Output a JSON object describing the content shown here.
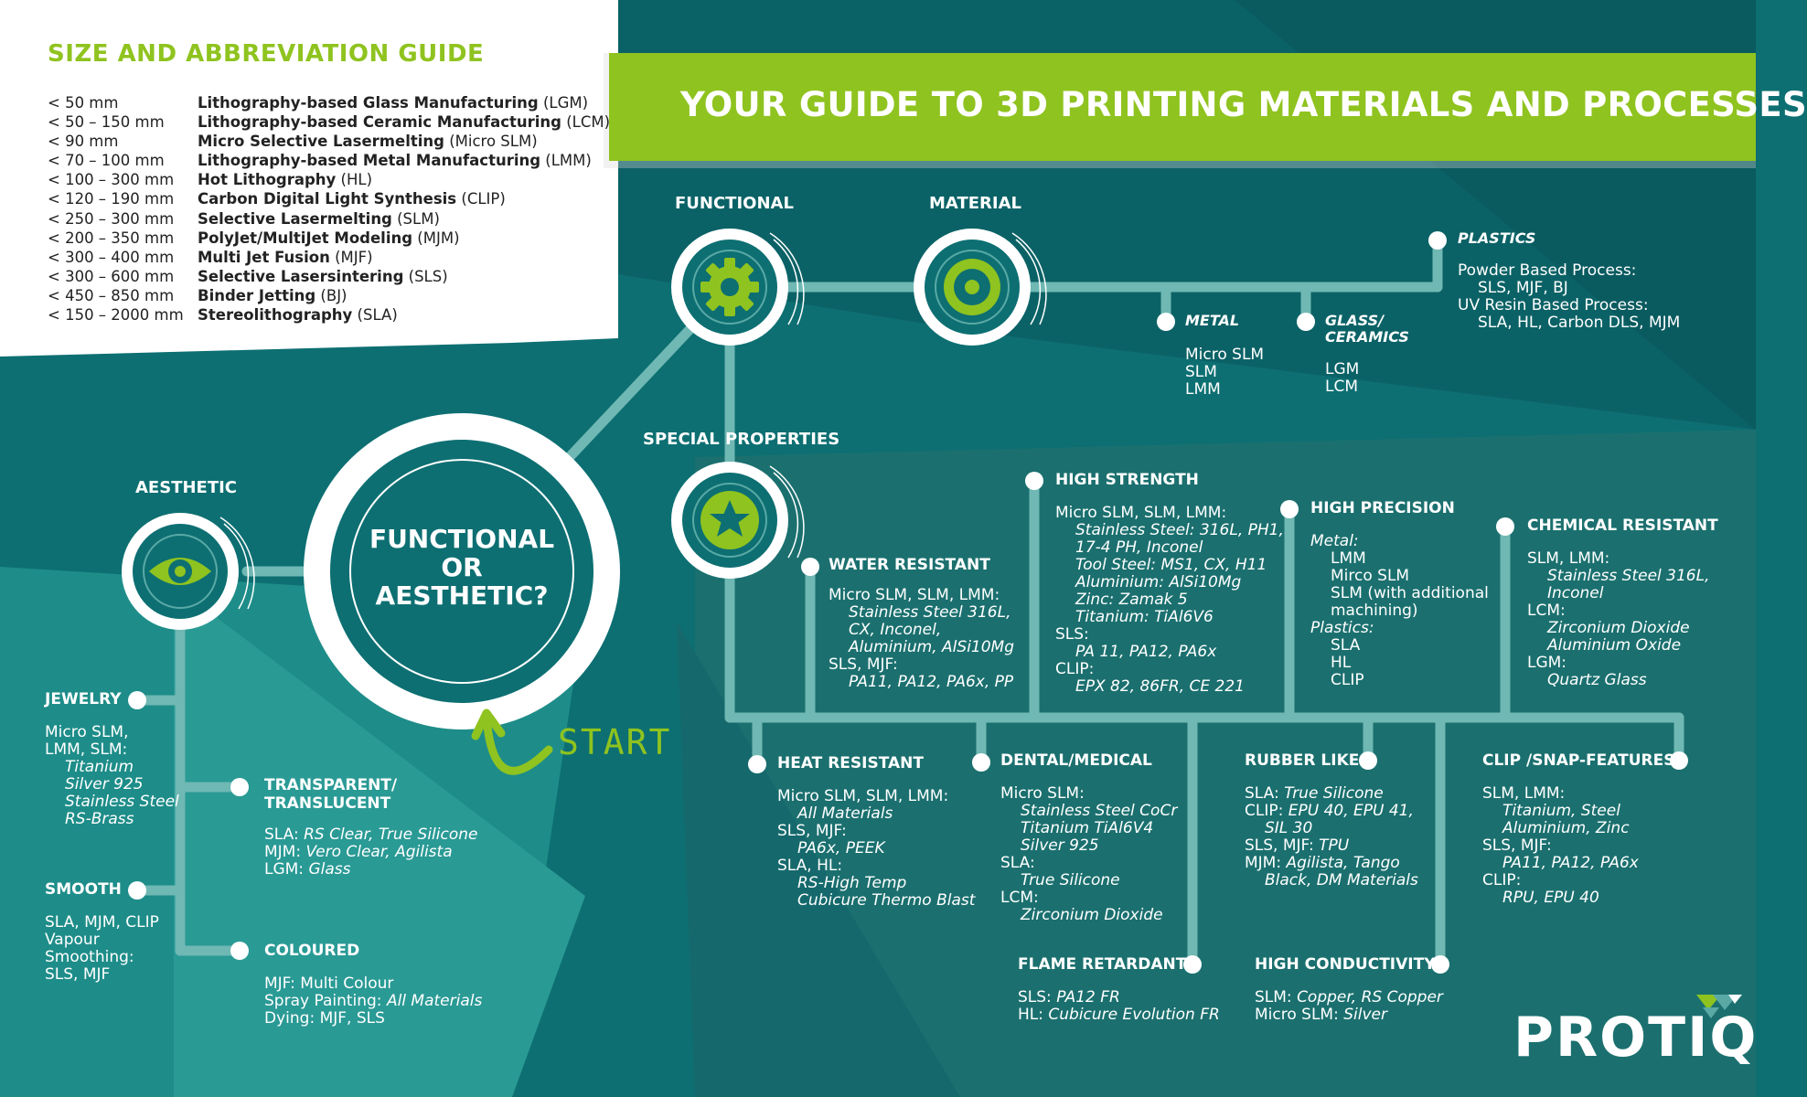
{
  "colors": {
    "accent": "#8fc31f",
    "teal_dark": "#0b6266",
    "teal": "#1f8a87",
    "line": "#6fb8b3",
    "white": "#ffffff"
  },
  "guide": {
    "title": "SIZE AND ABBREVIATION GUIDE",
    "rows": [
      {
        "size": "< 50 mm",
        "name": "Lithography-based Glass Manufacturing",
        "abbr": " (LGM)"
      },
      {
        "size": "< 50 – 150 mm",
        "name": "Lithography-based Ceramic Manufacturing",
        "abbr": " (LCM)"
      },
      {
        "size": "< 90 mm",
        "name": "Micro Selective Lasermelting",
        "abbr": " (Micro SLM)"
      },
      {
        "size": "< 70 – 100 mm",
        "name": "Lithography-based Metal Manufacturing",
        "abbr": " (LMM)"
      },
      {
        "size": "< 100 – 300 mm",
        "name": "Hot Lithography",
        "abbr": " (HL)"
      },
      {
        "size": "< 120 – 190 mm",
        "name": "Carbon Digital Light Synthesis",
        "abbr": " (CLIP)"
      },
      {
        "size": "< 250 – 300 mm",
        "name": "Selective Lasermelting",
        "abbr": " (SLM)"
      },
      {
        "size": "< 200 – 350 mm",
        "name": "PolyJet/MultiJet Modeling",
        "abbr": " (MJM)"
      },
      {
        "size": "< 300 – 400 mm",
        "name": "Multi Jet Fusion",
        "abbr": " (MJF)"
      },
      {
        "size": "< 300 – 600 mm",
        "name": "Selective Lasersintering",
        "abbr": " (SLS)"
      },
      {
        "size": "< 450 – 850 mm",
        "name": "Binder Jetting",
        "abbr": " (BJ)"
      },
      {
        "size": "< 150 – 2000 mm",
        "name": "Stereolithography",
        "abbr": " (SLA)"
      }
    ]
  },
  "banner": {
    "title": "YOUR GUIDE TO 3D PRINTING MATERIALS AND PROCESSES"
  },
  "center": {
    "line1": "FUNCTIONAL",
    "line2": "OR",
    "line3": "AESTHETIC?"
  },
  "start_label": "START",
  "logo": "PROTIQ",
  "icons": {
    "functional": "gear-icon",
    "material": "target-icon",
    "special": "star-icon",
    "aesthetic": "eye-icon"
  },
  "labels": {
    "functional": "FUNCTIONAL",
    "material": "MATERIAL",
    "special": "SPECIAL PROPERTIES",
    "aesthetic": "AESTHETIC"
  },
  "material": {
    "plastics": {
      "head": "PLASTICS",
      "lines": [
        "Powder Based Process:",
        "SLS, MJF, BJ",
        "UV Resin Based Process:",
        "SLA, HL, Carbon DLS, MJM"
      ]
    },
    "metal": {
      "head": "METAL",
      "lines": [
        "Micro SLM",
        "SLM",
        "LMM"
      ]
    },
    "glass": {
      "head1": "GLASS/",
      "head2": "CERAMICS",
      "lines": [
        "LGM",
        "LCM"
      ]
    }
  },
  "special": {
    "water": {
      "head": "WATER RESISTANT",
      "l1": "Micro SLM, SLM, LMM:",
      "l2": "Stainless Steel 316L,",
      "l3": "CX, Inconel,",
      "l4": "Aluminium, AlSi10Mg",
      "l5": "SLS, MJF:",
      "l6": "PA11, PA12, PA6x, PP"
    },
    "strength": {
      "head": "HIGH STRENGTH",
      "l1": "Micro SLM, SLM, LMM:",
      "l2": "Stainless Steel: 316L, PH1,",
      "l3": "17-4 PH, Inconel",
      "l4": "Tool Steel: MS1, CX, H11",
      "l5": "Aluminium: AlSi10Mg",
      "l6": "Zinc: Zamak 5",
      "l7": "Titanium: TiAl6V6",
      "l8": "SLS:",
      "l9": "PA 11, PA12, PA6x",
      "l10": "CLIP:",
      "l11": "EPX 82, 86FR, CE 221"
    },
    "precision": {
      "head": "HIGH PRECISION",
      "l1": "Metal:",
      "l2": "LMM",
      "l3": "Mirco SLM",
      "l4": "SLM (with additional",
      "l5": "machining)",
      "l6": "Plastics:",
      "l7": "SLA",
      "l8": "HL",
      "l9": "CLIP"
    },
    "chemical": {
      "head": "CHEMICAL RESISTANT",
      "l1": "SLM, LMM:",
      "l2": "Stainless Steel 316L,",
      "l3": "Inconel",
      "l4": "LCM:",
      "l5": "Zirconium Dioxide",
      "l6": "Aluminium Oxide",
      "l7": "LGM:",
      "l8": "Quartz Glass"
    },
    "heat": {
      "head": "HEAT RESISTANT",
      "l1": "Micro SLM, SLM, LMM:",
      "l2": "All Materials",
      "l3": "SLS, MJF:",
      "l4": "PA6x, PEEK",
      "l5": "SLA, HL:",
      "l6": "RS-High Temp",
      "l7": "Cubicure Thermo Blast"
    },
    "dental": {
      "head": "DENTAL/MEDICAL",
      "l1": "Micro SLM:",
      "l2": "Stainless Steel CoCr",
      "l3": "Titanium TiAl6V4",
      "l4": "Silver 925",
      "l5": "SLA:",
      "l6": "True Silicone",
      "l7": "LCM:",
      "l8": "Zirconium Dioxide"
    },
    "rubber": {
      "head": "RUBBER LIKE",
      "l1a": "SLA: ",
      "l1b": "True Silicone",
      "l2a": "CLIP: ",
      "l2b": "EPU 40, EPU 41,",
      "l3": "SIL 30",
      "l4a": "SLS, MJF: ",
      "l4b": "TPU",
      "l5a": "MJM: ",
      "l5b": "Agilista, Tango",
      "l6": "Black, DM Materials"
    },
    "clip": {
      "head": "CLIP /SNAP-FEATURES",
      "l1": "SLM, LMM:",
      "l2": "Titanium, Steel",
      "l3": "Aluminium, Zinc",
      "l4": "SLS, MJF:",
      "l5": "PA11, PA12, PA6x",
      "l6": "CLIP:",
      "l7": "RPU, EPU 40"
    },
    "flame": {
      "head": "FLAME RETARDANT",
      "l1a": "SLS: ",
      "l1b": "PA12 FR",
      "l2a": "HL: ",
      "l2b": "Cubicure Evolution FR"
    },
    "conductivity": {
      "head": "HIGH CONDUCTIVITY",
      "l1a": "SLM: ",
      "l1b": "Copper, RS Copper",
      "l2a": "Micro SLM: ",
      "l2b": "Silver"
    }
  },
  "aesthetic": {
    "jewelry": {
      "head": "JEWELRY",
      "l1": "Micro SLM,",
      "l2": "LMM, SLM:",
      "l3": "Titanium",
      "l4": "Silver 925",
      "l5": "Stainless Steel",
      "l6": "RS-Brass"
    },
    "transparent": {
      "head1": "TRANSPARENT/",
      "head2": "TRANSLUCENT",
      "l1a": "SLA: ",
      "l1b": "RS Clear, True Silicone",
      "l2a": "MJM: ",
      "l2b": "Vero Clear, Agilista",
      "l3a": "LGM: ",
      "l3b": "Glass"
    },
    "smooth": {
      "head": "SMOOTH",
      "l1": "SLA, MJM, CLIP",
      "l2": "Vapour",
      "l3": "Smoothing:",
      "l4": "SLS, MJF"
    },
    "coloured": {
      "head": "COLOURED",
      "l1": "MJF: Multi Colour",
      "l2a": "Spray Painting: ",
      "l2b": "All Materials",
      "l3": "Dying: MJF, SLS"
    }
  }
}
